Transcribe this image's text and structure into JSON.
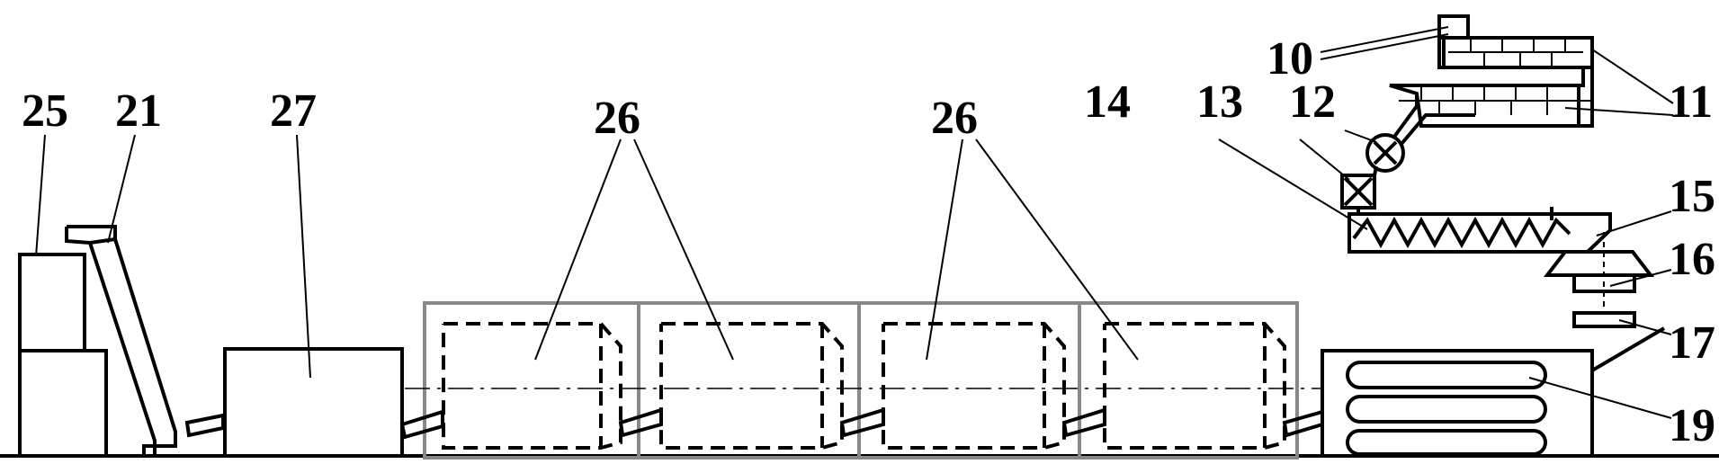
{
  "labels": {
    "l10": "10",
    "l11": "11",
    "l12": "12",
    "l13": "13",
    "l14": "14",
    "l15": "15",
    "l16": "16",
    "l17": "17",
    "l19": "19",
    "l21": "21",
    "l25": "25",
    "l26a": "26",
    "l26b": "26",
    "l27": "27"
  }
}
